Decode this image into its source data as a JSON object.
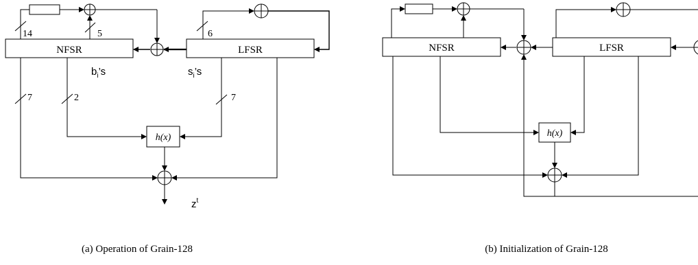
{
  "panel_a": {
    "nfsr_label": "NFSR",
    "lfsr_label": "LFSR",
    "h_label": "h(x)",
    "bus_nfsr_feedback": "14",
    "bus_nfsr_to_xor": "5",
    "bus_lfsr_feedback": "6",
    "bus_nfsr_output": "7",
    "bus_nfsr_to_h": "2",
    "bus_lfsr_to_h": "7",
    "b_label": "b",
    "b_sub": "i",
    "b_suffix": "’s",
    "s_label": "s",
    "s_sub": "i",
    "s_suffix": "’s",
    "z_label": "z",
    "z_sup": "t",
    "caption": "(a)  Operation of Grain-128"
  },
  "panel_b": {
    "nfsr_label": "NFSR",
    "lfsr_label": "LFSR",
    "h_label": "h(x)",
    "caption": "(b)  Initialization of Grain-128"
  },
  "colors": {
    "line": "#000000",
    "text": "#000000",
    "background": "#ffffff"
  }
}
